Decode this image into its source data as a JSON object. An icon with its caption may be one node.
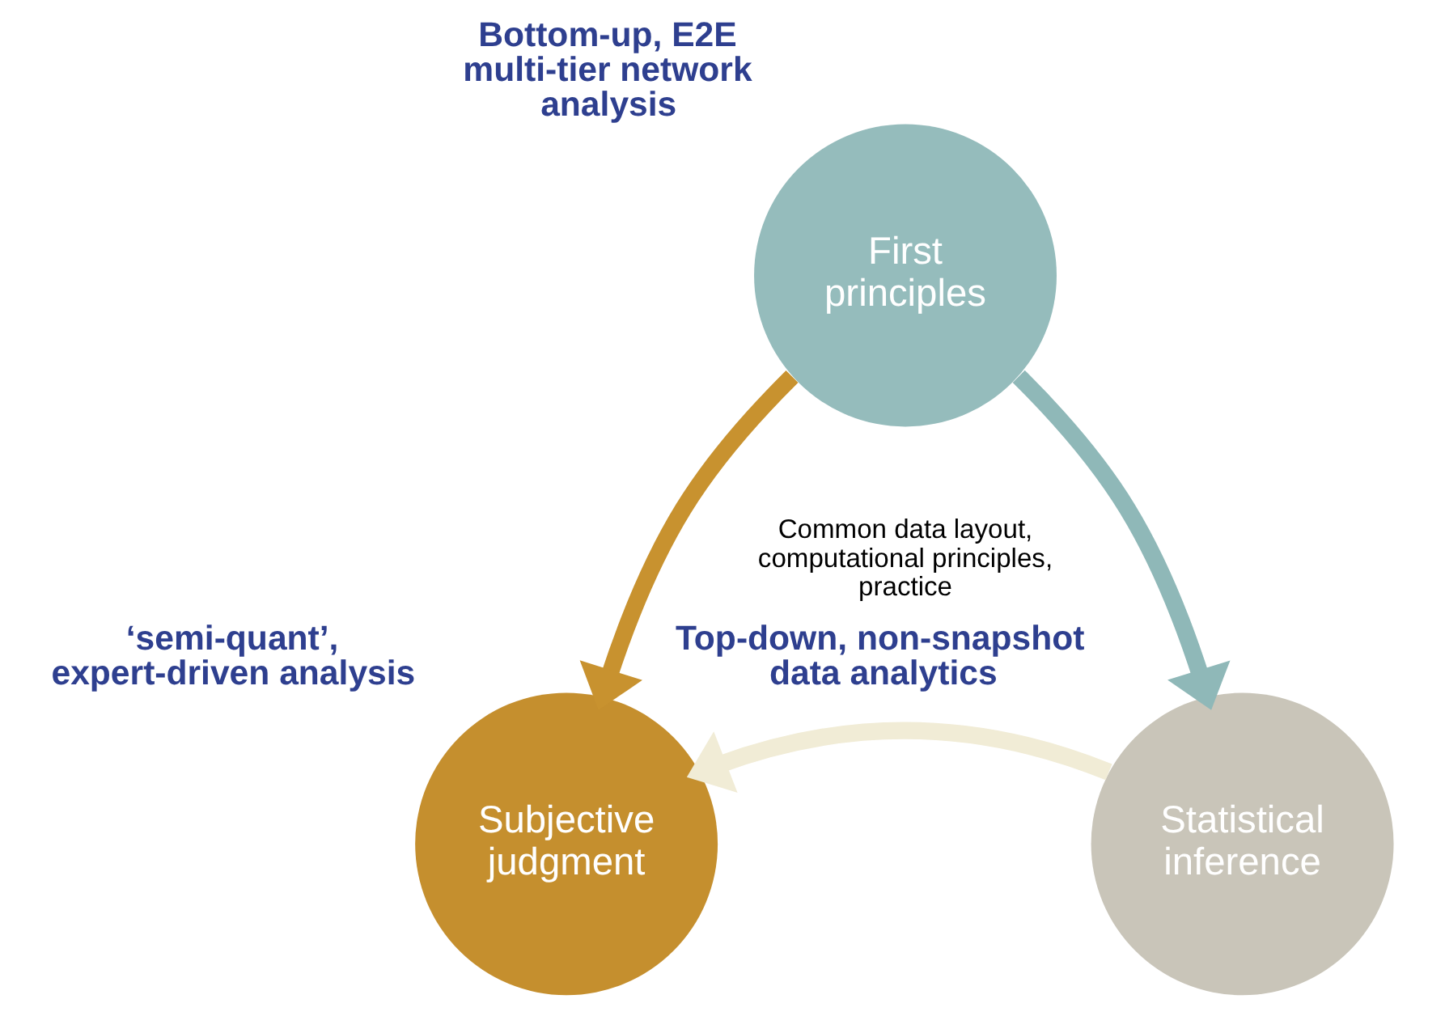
{
  "diagram": {
    "nodes": [
      {
        "text": [
          "First principles"
        ],
        "beside": [
          "Bottom-up, E2E multi-tier network analysis"
        ]
      },
      {
        "text": [
          "Subjective judgment"
        ],
        "beside": [
          "‘semi-quant’, expert-driven analysis"
        ]
      },
      {
        "text": [
          "Statistical inference"
        ],
        "beside": [
          "Top-down, non-snapshot data analytics"
        ]
      }
    ],
    "edges": [
      {
        "from": 0,
        "to": 1,
        "arrow": "to",
        "color": "#c8922f"
      },
      {
        "from": 0,
        "to": 2,
        "arrow": "to",
        "color": "#8fb8b8"
      },
      {
        "from": 2,
        "to": 1,
        "arrow": "to",
        "color": "#f1ecd6"
      }
    ],
    "labels": [
      "Common data layout, computational principles, practice"
    ]
  }
}
